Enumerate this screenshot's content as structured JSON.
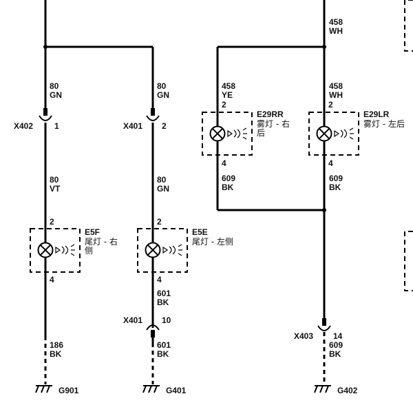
{
  "wires": {
    "top_right": {
      "num": "458",
      "color": "WH"
    },
    "e29rr_top": {
      "num": "458",
      "color": "YE"
    },
    "e29lr_top": {
      "num": "458",
      "color": "WH"
    },
    "e29rr_bottom": {
      "num": "609",
      "color": "BK"
    },
    "e29lr_bottom": {
      "num": "609",
      "color": "BK"
    },
    "x402_top": {
      "num": "80",
      "color": "GN"
    },
    "x401_top": {
      "num": "80",
      "color": "GN"
    },
    "x402_bottom": {
      "num": "80",
      "color": "VT"
    },
    "x401_bottom": {
      "num": "80",
      "color": "GN"
    },
    "e5e_bottom": {
      "num": "601",
      "color": "BK"
    },
    "x401_10_bottom": {
      "num": "601",
      "color": "BK"
    },
    "g901_wire": {
      "num": "186",
      "color": "BK"
    },
    "x403_bottom": {
      "num": "609",
      "color": "BK"
    }
  },
  "connectors": [
    {
      "name": "X402",
      "pin": "1"
    },
    {
      "name": "X401",
      "pin": "2"
    },
    {
      "name": "X401",
      "pin": "10"
    },
    {
      "name": "X403",
      "pin": "14"
    }
  ],
  "lamps": {
    "e5f": {
      "code": "E5F",
      "name_line1": "尾灯 - 右",
      "name_line2": "侧",
      "pin_top": "2",
      "pin_bottom": "4"
    },
    "e5e": {
      "code": "E5E",
      "name_line1": "尾灯 - 左侧",
      "pin_top": "2",
      "pin_bottom": "4"
    },
    "e29rr": {
      "code": "E29RR",
      "name_line1": "雾灯 - 右",
      "name_line2": "后",
      "pin_top": "2",
      "pin_bottom": "4"
    },
    "e29lr": {
      "code": "E29LR",
      "name_line1": "雾灯 - 左后",
      "pin_top": "2",
      "pin_bottom": "4"
    }
  },
  "grounds": [
    "G901",
    "G401",
    "G402"
  ]
}
